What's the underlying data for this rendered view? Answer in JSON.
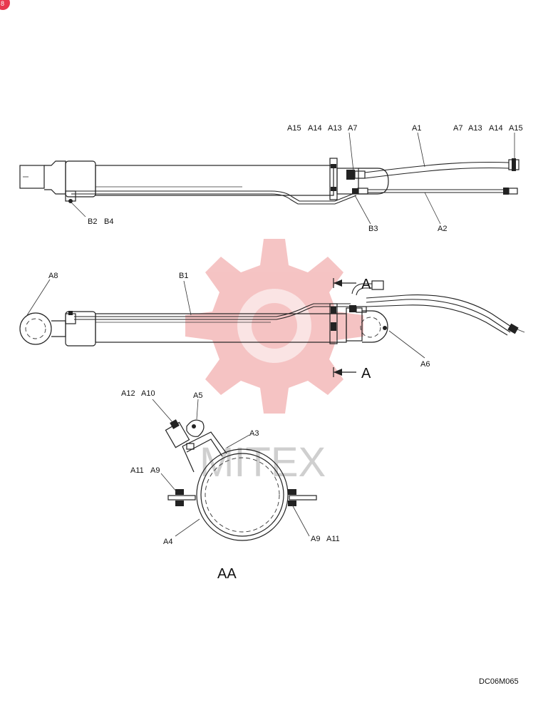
{
  "corner_badge": {
    "color": "#e8384f"
  },
  "watermark": {
    "text": "MITEX",
    "color": "#f2b0b0",
    "text_color": "#cfcfcf"
  },
  "drawing_code": "DC06M065",
  "top_view": {
    "labels": {
      "a15": "A15",
      "a14": "A14",
      "a13": "A13",
      "a7": "A7",
      "a1": "A1",
      "a7_r": "A7",
      "a13_r": "A13",
      "a14_r": "A14",
      "a15_r": "A15",
      "b2": "B2",
      "b4": "B4",
      "b3": "B3",
      "a2": "A2"
    }
  },
  "side_view": {
    "labels": {
      "a8": "A8",
      "b1": "B1",
      "a6": "A6"
    },
    "section_mark_top": "A",
    "section_mark_bottom": "A"
  },
  "section_view": {
    "labels": {
      "a12": "A12",
      "a10": "A10",
      "a5": "A5",
      "a3": "A3",
      "a11_l": "A11",
      "a9_l": "A9",
      "a4": "A4",
      "a9_r": "A9",
      "a11_r": "A11"
    },
    "title": "AA"
  }
}
